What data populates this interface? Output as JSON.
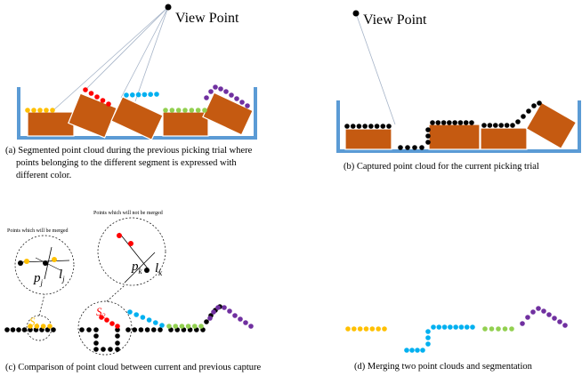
{
  "panels": {
    "a": {
      "view_label": "View Point",
      "caption_lines": [
        "(a)  Segmented point cloud during the previous picking trial where",
        "points belonging to the different segment is expressed with",
        "different color."
      ]
    },
    "b": {
      "view_label": "View Point",
      "caption": "(b) Captured point cloud for the current picking trial"
    },
    "c": {
      "caption": "(c) Comparison of point cloud between current and previous capture",
      "callout_merged": "Points which will be merged",
      "callout_not_merged": "Points which will not be merged",
      "label_p_j": "p",
      "label_p_j_sub": "j",
      "label_l_j": "l",
      "label_l_j_sub": "j",
      "label_p_k": "p",
      "label_p_k_sub": "k",
      "label_l_k": "l",
      "label_l_k_sub": "k",
      "label_s1": "S",
      "label_s1_sub": "1",
      "label_s2": "S",
      "label_s2_sub": "2"
    },
    "d": {
      "caption": "(d) Merging two point clouds and segmentation"
    }
  },
  "colors": {
    "box": "#c55a11",
    "box_edge": "#ffffff",
    "bin": "#5b9bd5",
    "yellow": "#ffc000",
    "red": "#ff0000",
    "cyan": "#00b0f0",
    "green": "#92d050",
    "purple": "#7030a0",
    "black": "#000000",
    "ray": "#a6b4c8"
  }
}
